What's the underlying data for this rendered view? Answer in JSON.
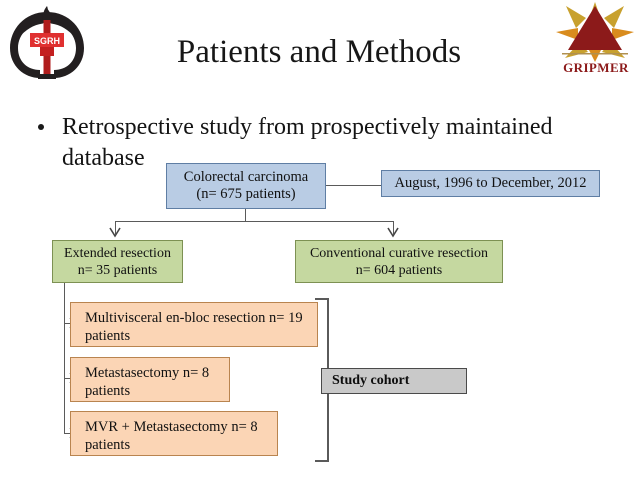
{
  "slide": {
    "title": "Patients and Methods",
    "bullet": "Retrospective study from prospectively maintained database",
    "bullet_marker": "•"
  },
  "logos": {
    "left": {
      "name": "sgrh-logo",
      "text": "SGRH"
    },
    "right": {
      "name": "gripmer-logo",
      "text": "GRIPMER"
    }
  },
  "flowchart": {
    "nodes": [
      {
        "id": "colorectal",
        "line1": "Colorectal carcinoma",
        "line2": "(n= 675 patients)",
        "color": "#b9cce4"
      },
      {
        "id": "dates",
        "line1": "August, 1996 to December, 2012",
        "line2": "",
        "color": "#b9cce4"
      },
      {
        "id": "extended",
        "line1": "Extended resection",
        "line2": "n= 35 patients",
        "color": "#c5d8a0"
      },
      {
        "id": "conventional",
        "line1": "Conventional curative resection",
        "line2": "n= 604 patients",
        "color": "#c5d8a0"
      },
      {
        "id": "mvr",
        "line1": "Multivisceral en-bloc resection",
        "line2": "n= 19 patients",
        "color": "#fbd5b5"
      },
      {
        "id": "metastasectomy",
        "line1": "Metastasectomy",
        "line2": "n= 8 patients",
        "color": "#fbd5b5"
      },
      {
        "id": "mvr-plus-met",
        "line1": "MVR + Metastasectomy",
        "line2": "n= 8 patients",
        "color": "#fbd5b5"
      },
      {
        "id": "cohort",
        "line1": "Study cohort",
        "line2": "",
        "color": "#c9c9c9"
      }
    ]
  },
  "colors": {
    "blue_fill": "#b9cce4",
    "green_fill": "#c5d8a0",
    "peach_fill": "#fbd5b5",
    "gray_fill": "#c9c9c9",
    "connector": "#5a5a5a",
    "logo_red": "#b01d1d",
    "logo_dark_red": "#8c1a1a",
    "logo_gold": "#c8a12e"
  }
}
